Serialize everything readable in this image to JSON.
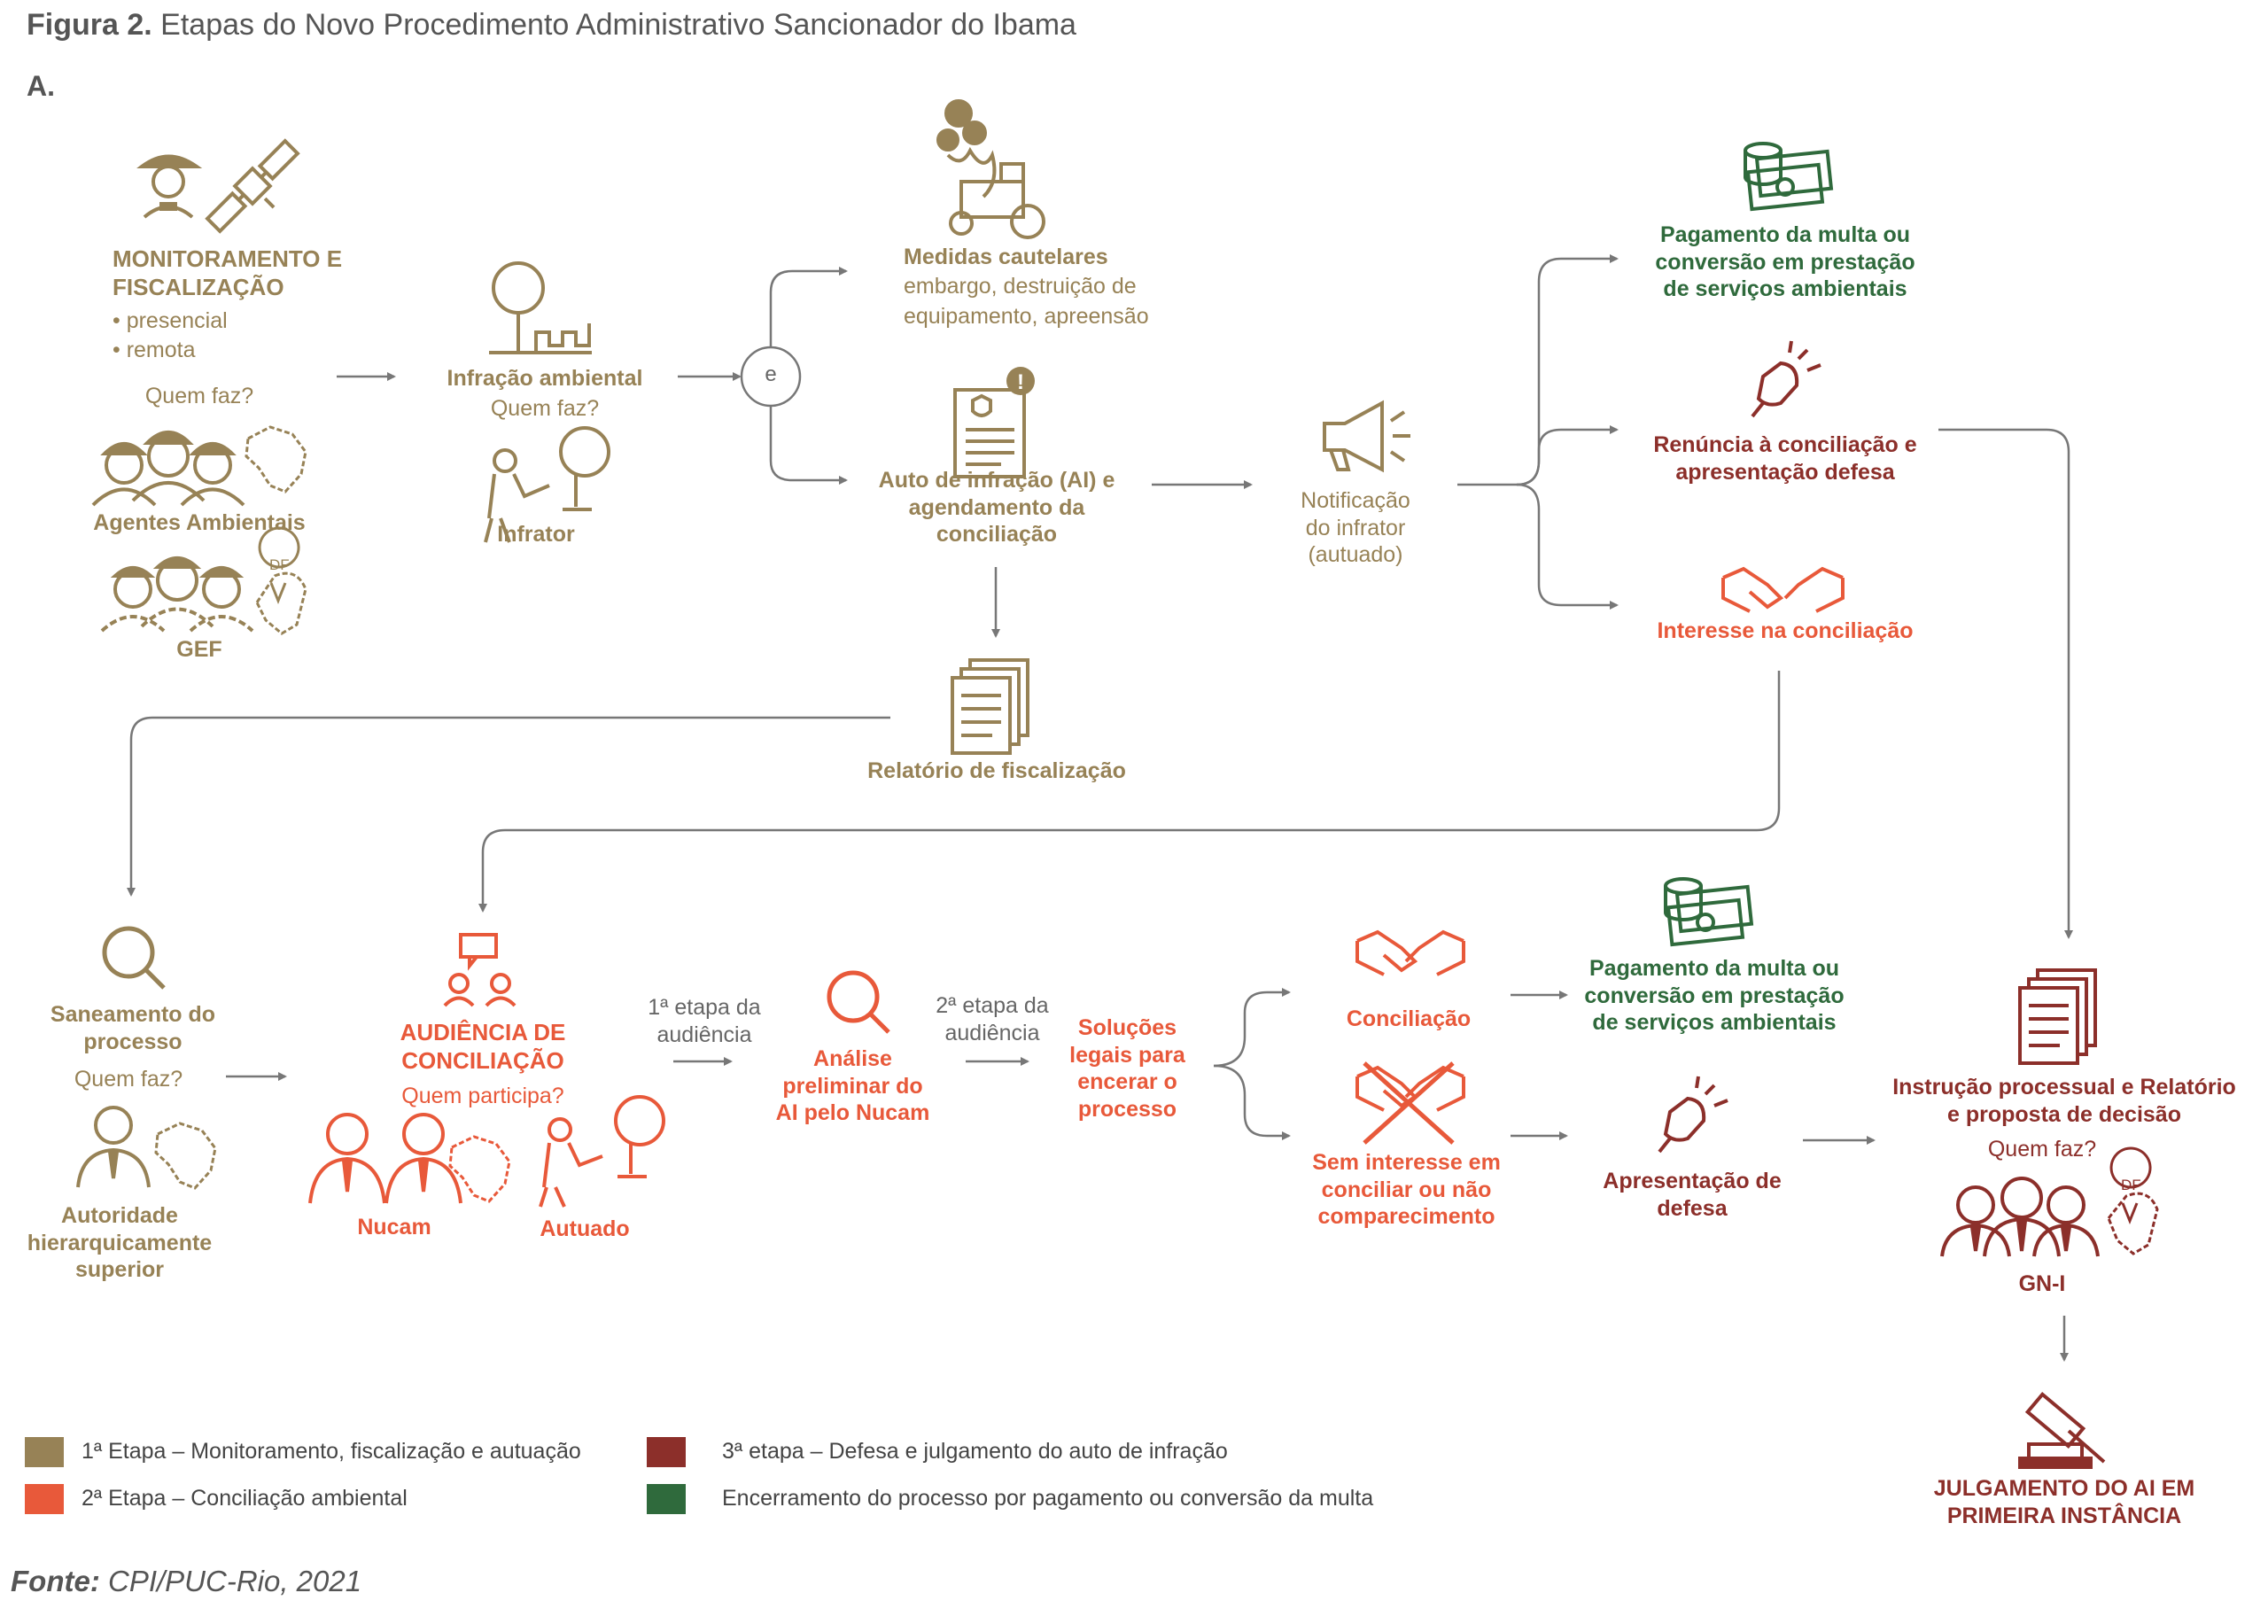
{
  "figure": {
    "label": "Figura 2.",
    "title": "Etapas do Novo Procedimento Administrativo Sancionador do Ibama",
    "panel": "A."
  },
  "colors": {
    "stage1": "#978256",
    "stage2": "#e8593a",
    "stage3": "#8c2f2a",
    "closing": "#2f6a3c",
    "arrow": "#777777"
  },
  "nodes": {
    "monitoring": {
      "title_line1": "MONITORAMENTO E",
      "title_line2": "FISCALIZAÇÃO",
      "item1": "• presencial",
      "item2": "• remota",
      "who": "Quem faz?",
      "agents": "Agentes Ambientais",
      "gef": "GEF",
      "df_pin": "DF"
    },
    "infraction": {
      "title": "Infração ambiental",
      "who": "Quem faz?",
      "actor": "Infrator"
    },
    "and_node": {
      "label": "e"
    },
    "precautionary": {
      "title": "Medidas cautelares",
      "line1": "embargo, destruição de",
      "line2": "equipamento, apreensão"
    },
    "auto": {
      "line1": "Auto de infração (AI) e",
      "line2": "agendamento da",
      "line3": "conciliação"
    },
    "report": {
      "title": "Relatório de fiscalização"
    },
    "notification": {
      "line1": "Notificação",
      "line2": "do infrator",
      "line3": "(autuado)"
    },
    "payment_top": {
      "line1": "Pagamento da multa ou",
      "line2": "conversão em prestação",
      "line3": "de serviços ambientais"
    },
    "renounce": {
      "line1": "Renúncia à conciliação e",
      "line2": "apresentação defesa"
    },
    "interest": {
      "title": "Interesse na conciliação"
    },
    "sanitation": {
      "line1": "Saneamento do",
      "line2": "processo",
      "who": "Quem faz?",
      "authority1": "Autoridade",
      "authority2": "hierarquicamente",
      "authority3": "superior"
    },
    "hearing": {
      "line1": "AUDIÊNCIA DE",
      "line2": "CONCILIAÇÃO",
      "who": "Quem participa?",
      "nucam": "Nucam",
      "autuado": "Autuado"
    },
    "step1": {
      "line1": "1ª etapa da",
      "line2": "audiência"
    },
    "analysis": {
      "line1": "Análise",
      "line2": "preliminar do",
      "line3": "AI pelo Nucam"
    },
    "step2": {
      "line1": "2ª etapa da",
      "line2": "audiência"
    },
    "solutions": {
      "line1": "Soluções",
      "line2": "legais para",
      "line3": "encerar o",
      "line4": "processo"
    },
    "conciliation": {
      "title": "Conciliação"
    },
    "no_interest": {
      "line1": "Sem interesse em",
      "line2": "conciliar ou não",
      "line3": "comparecimento"
    },
    "payment_bottom": {
      "line1": "Pagamento da multa ou",
      "line2": "conversão em prestação",
      "line3": "de serviços ambientais"
    },
    "defense": {
      "line1": "Apresentação de",
      "line2": "defesa"
    },
    "instruction": {
      "line1": "Instrução processual e Relatório",
      "line2": "e proposta de decisão",
      "who": "Quem faz?",
      "actor": "GN-I",
      "df_pin": "DF"
    },
    "judgment": {
      "line1": "JULGAMENTO DO AI EM",
      "line2": "PRIMEIRA INSTÂNCIA"
    }
  },
  "legend": [
    {
      "label": "1ª Etapa – Monitoramento, fiscalização e autuação",
      "color": "#978256"
    },
    {
      "label": "2ª Etapa – Conciliação ambiental",
      "color": "#e8593a"
    },
    {
      "label": "3ª etapa – Defesa e julgamento do auto de infração",
      "color": "#8c2f2a"
    },
    {
      "label": "Encerramento do processo por pagamento ou conversão da multa",
      "color": "#2f6a3c"
    }
  ],
  "source": {
    "label": "Fonte:",
    "text": "CPI/PUC-Rio, 2021"
  }
}
